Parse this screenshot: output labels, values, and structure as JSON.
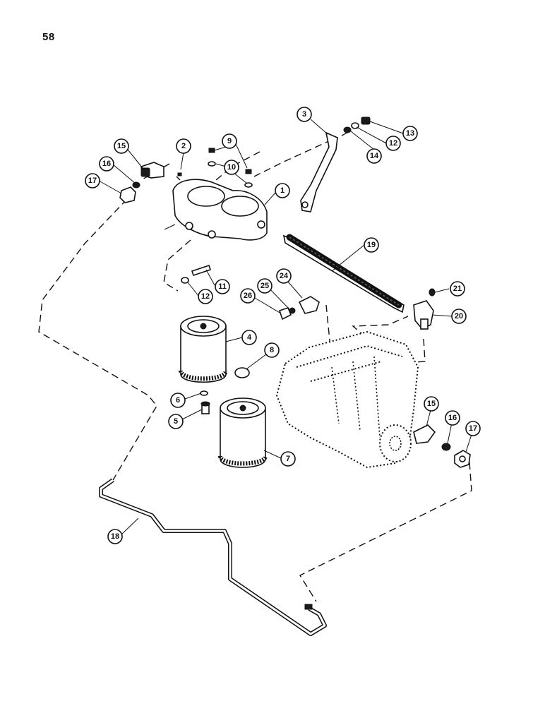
{
  "page_number": "58",
  "callouts": [
    {
      "label": "1"
    },
    {
      "label": "2"
    },
    {
      "label": "3"
    },
    {
      "label": "4"
    },
    {
      "label": "5"
    },
    {
      "label": "6"
    },
    {
      "label": "7"
    },
    {
      "label": "8"
    },
    {
      "label": "9"
    },
    {
      "label": "10"
    },
    {
      "label": "11"
    },
    {
      "label": "12"
    },
    {
      "label": "12"
    },
    {
      "label": "13"
    },
    {
      "label": "14"
    },
    {
      "label": "15"
    },
    {
      "label": "15"
    },
    {
      "label": "16"
    },
    {
      "label": "16"
    },
    {
      "label": "17"
    },
    {
      "label": "17"
    },
    {
      "label": "18"
    },
    {
      "label": "19"
    },
    {
      "label": "20"
    },
    {
      "label": "21"
    },
    {
      "label": "24"
    },
    {
      "label": "25"
    },
    {
      "label": "26"
    }
  ]
}
